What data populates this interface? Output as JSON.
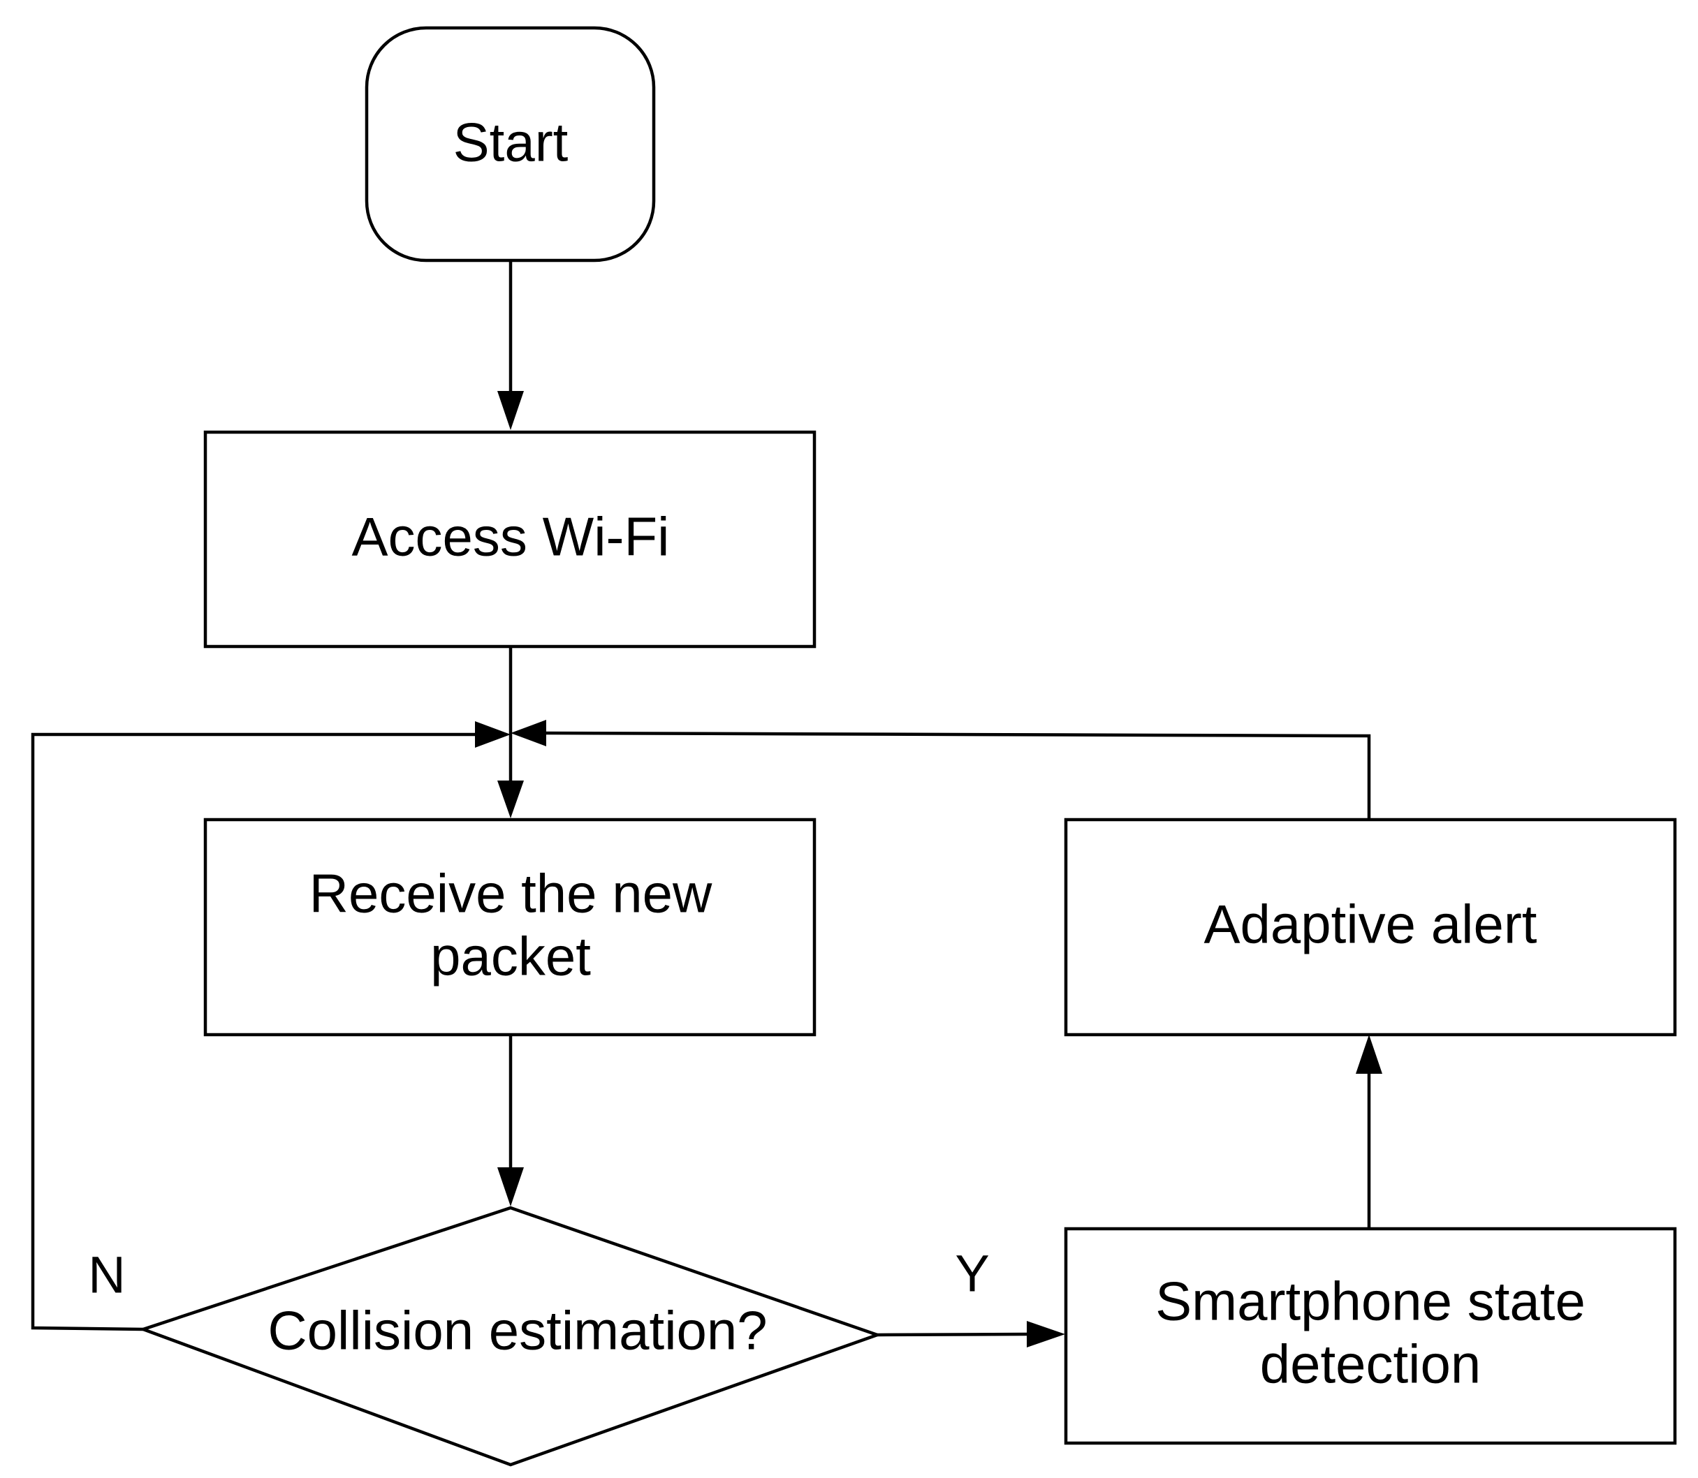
{
  "diagram": {
    "type": "flowchart",
    "nodes": {
      "start": {
        "label": "Start",
        "shape": "rounded-rectangle"
      },
      "access_wifi": {
        "label": "Access Wi-Fi",
        "shape": "rectangle"
      },
      "receive_packet": {
        "lines": [
          "Receive the new",
          "packet"
        ],
        "shape": "rectangle"
      },
      "collision_estimation": {
        "label": "Collision estimation?",
        "shape": "diamond"
      },
      "smartphone_state": {
        "lines": [
          "Smartphone state",
          "detection"
        ],
        "shape": "rectangle"
      },
      "adaptive_alert": {
        "label": "Adaptive alert",
        "shape": "rectangle"
      }
    },
    "branches": {
      "yes": "Y",
      "no": "N"
    },
    "edges": [
      {
        "from": "Start",
        "to": "Access Wi-Fi"
      },
      {
        "from": "Access Wi-Fi",
        "to": "Receive the new packet"
      },
      {
        "from": "Receive the new packet",
        "to": "Collision estimation?"
      },
      {
        "from": "Collision estimation?",
        "to": "Smartphone state detection",
        "label": "Y"
      },
      {
        "from": "Collision estimation?",
        "to": "Receive the new packet",
        "label": "N"
      },
      {
        "from": "Smartphone state detection",
        "to": "Adaptive alert"
      },
      {
        "from": "Adaptive alert",
        "to": "Receive the new packet"
      }
    ],
    "colors": {
      "stroke": "#000000",
      "background": "#ffffff"
    }
  }
}
